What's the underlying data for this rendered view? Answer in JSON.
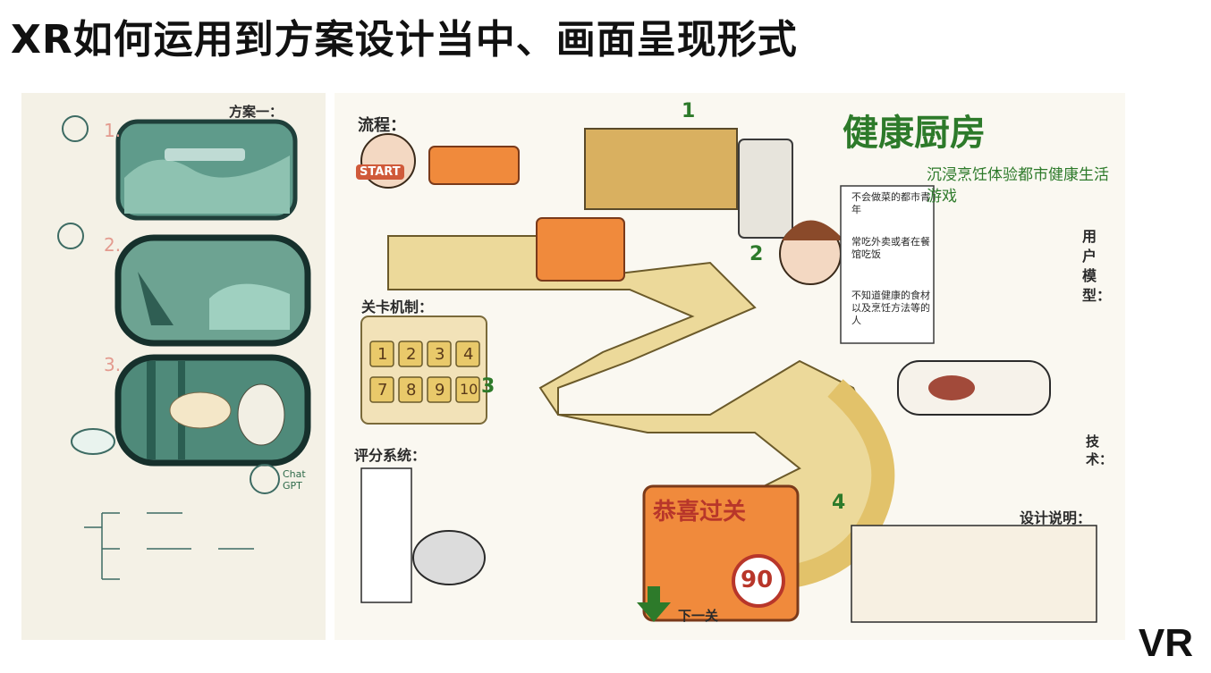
{
  "page": {
    "title": "XR如何运用到方案设计当中、画面呈现形式",
    "corner_label": "VR"
  },
  "left_sketch": {
    "heading": "方案一：",
    "steps": [
      "1.",
      "2.",
      "3."
    ],
    "chat_label": "Chat GPT"
  },
  "right_sketch": {
    "title": "健康厨房",
    "subtitle": "沉浸烹饪体验都市健康生活游戏",
    "flow_label": "流程：",
    "start_label": "START",
    "level_label": "关卡机制：",
    "score_label": "评分系统：",
    "user_label": "用户模型：",
    "tech_label": "技术：",
    "design_label": "设计说明：",
    "congrats_label": "恭喜过关",
    "score_value": "90",
    "next_label": "下一关",
    "level_numbers": [
      "1",
      "2",
      "3",
      "4",
      "7",
      "8",
      "9",
      "10"
    ],
    "stage_numbers": [
      "1",
      "2",
      "3",
      "4"
    ],
    "user_notes": [
      "不会做菜的都市青年",
      "常吃外卖或者在餐馆吃饭",
      "不知道健康的食材以及烹饪方法等的人"
    ]
  },
  "colors": {
    "accent_orange": "#f08a3c",
    "accent_green": "#2d7a2a",
    "accent_red": "#c7372b",
    "accent_yellow": "#e7c05a"
  }
}
